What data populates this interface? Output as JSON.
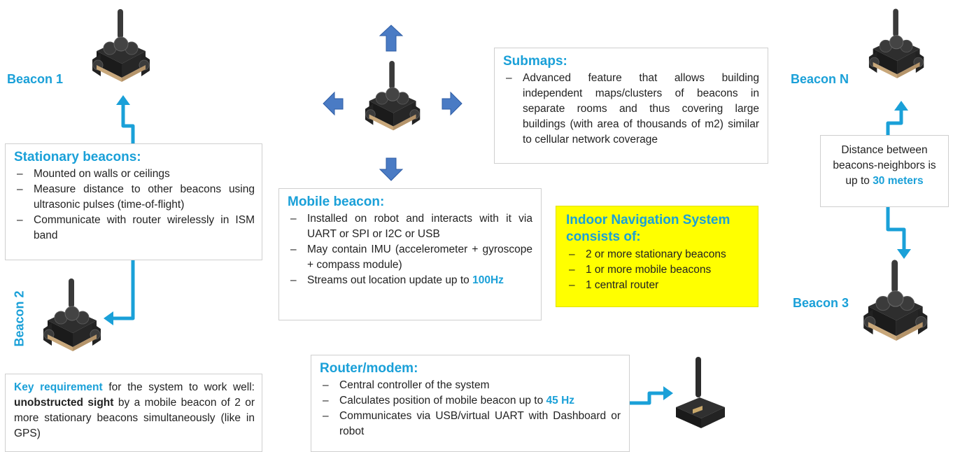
{
  "labels": {
    "beacon1": "Beacon 1",
    "beacon2": "Beacon 2",
    "beacon3": "Beacon 3",
    "beaconN": "Beacon N"
  },
  "stationary": {
    "title": "Stationary beacons:",
    "items": [
      "Mounted on walls or ceilings",
      "Measure distance to other beacons using ultrasonic pulses (time-of-flight)",
      "Communicate with router wirelessly in ISM band"
    ]
  },
  "key_requirement": {
    "lead": "Key requirement",
    "text1": " for the system to work well: ",
    "strong": "unobstructed sight",
    "text2": " by a mobile beacon of 2 or more stationary beacons simultaneously (like in GPS)"
  },
  "mobile": {
    "title": "Mobile beacon:",
    "items": [
      "Installed on robot and interacts with it via UART or SPI or I2C or USB",
      "May contain IMU (accelerometer + gyroscope + compass module)"
    ],
    "item3_text": "Streams out location update up to ",
    "item3_value": "100Hz"
  },
  "submaps": {
    "title": "Submaps:",
    "items": [
      "Advanced feature that allows building independent maps/clusters of beacons in separate rooms and thus covering large buildings (with area of thousands of m2) similar to cellular network coverage"
    ]
  },
  "ins": {
    "title": "Indoor Navigation System consists of:",
    "items": [
      "2 or more stationary beacons",
      "1 or more mobile beacons",
      "1 central router"
    ]
  },
  "distance": {
    "text": "Distance between beacons-neighbors is up to ",
    "value": "30 meters"
  },
  "router": {
    "title": "Router/modem:",
    "items": [
      "Central controller of the system"
    ],
    "item2_text": "Calculates position of mobile beacon up to ",
    "item2_value": "45 Hz",
    "items_tail": [
      "Communicates via USB/virtual UART with Dashboard or robot"
    ]
  },
  "colors": {
    "accent": "#1aa0d8",
    "arrow_blue": "#4a7bc4",
    "highlight_yellow": "#ffff00",
    "device_body": "#1c1c1c"
  }
}
